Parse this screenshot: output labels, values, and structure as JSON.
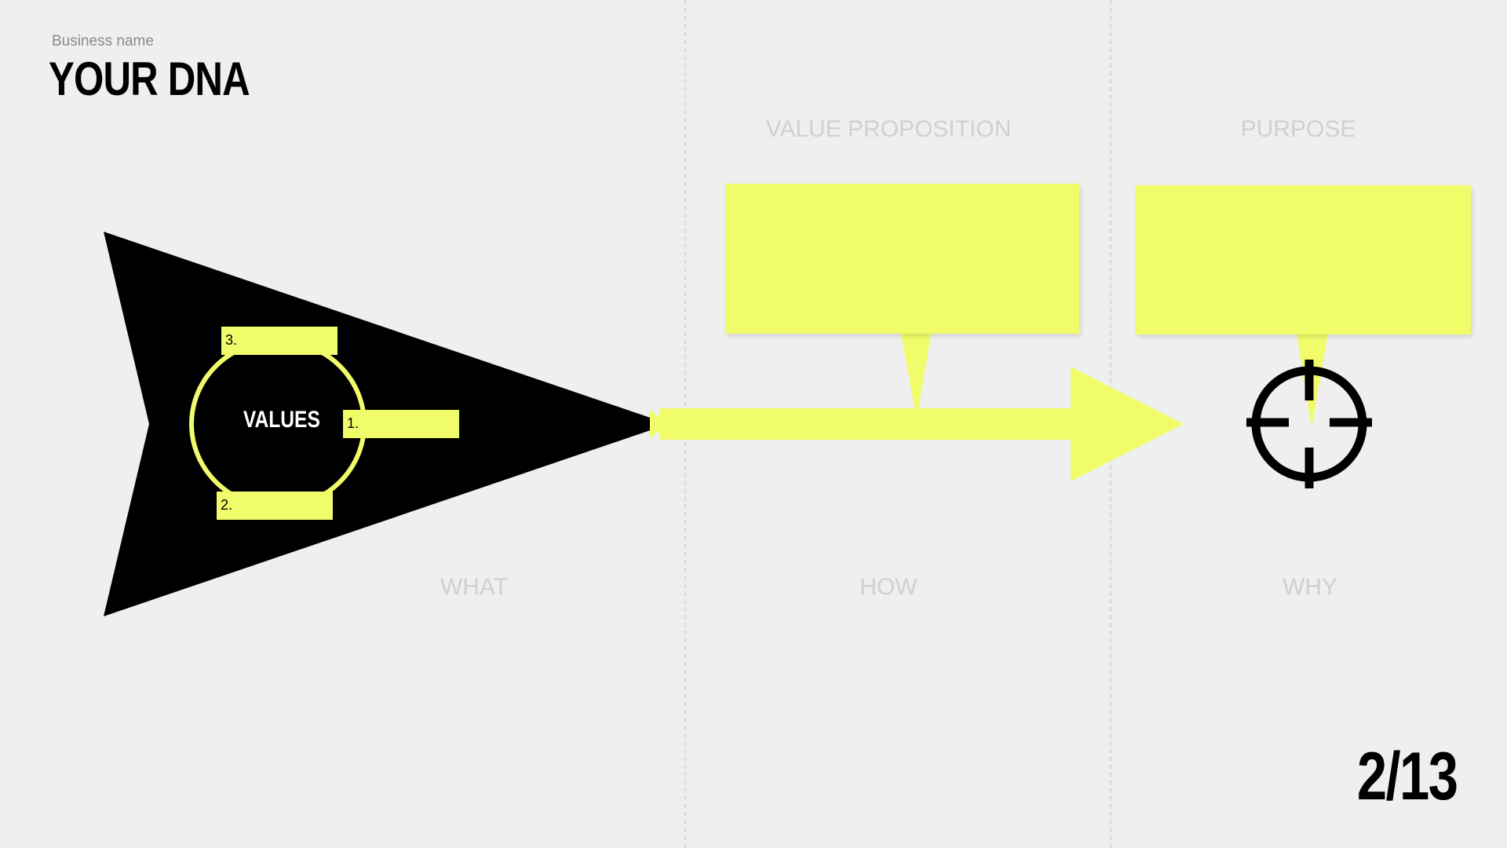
{
  "header": {
    "business_name": "Business name",
    "title": "YOUR DNA"
  },
  "columns": {
    "value_proposition": "VALUE PROPOSITION",
    "purpose": "PURPOSE",
    "what": "WHAT",
    "how": "HOW",
    "why": "WHY"
  },
  "values": {
    "label": "VALUES",
    "items": [
      "1.",
      "2.",
      "3."
    ]
  },
  "notes": {
    "value_proposition_text": "",
    "purpose_text": ""
  },
  "icons": {
    "target": "crosshair-target-icon"
  },
  "colors": {
    "background": "#efefef",
    "accent_yellow": "#f0fc6a",
    "arrowhead": "#000000",
    "label_grey": "#d0d0d0"
  },
  "pagination": {
    "label": "2/13"
  }
}
